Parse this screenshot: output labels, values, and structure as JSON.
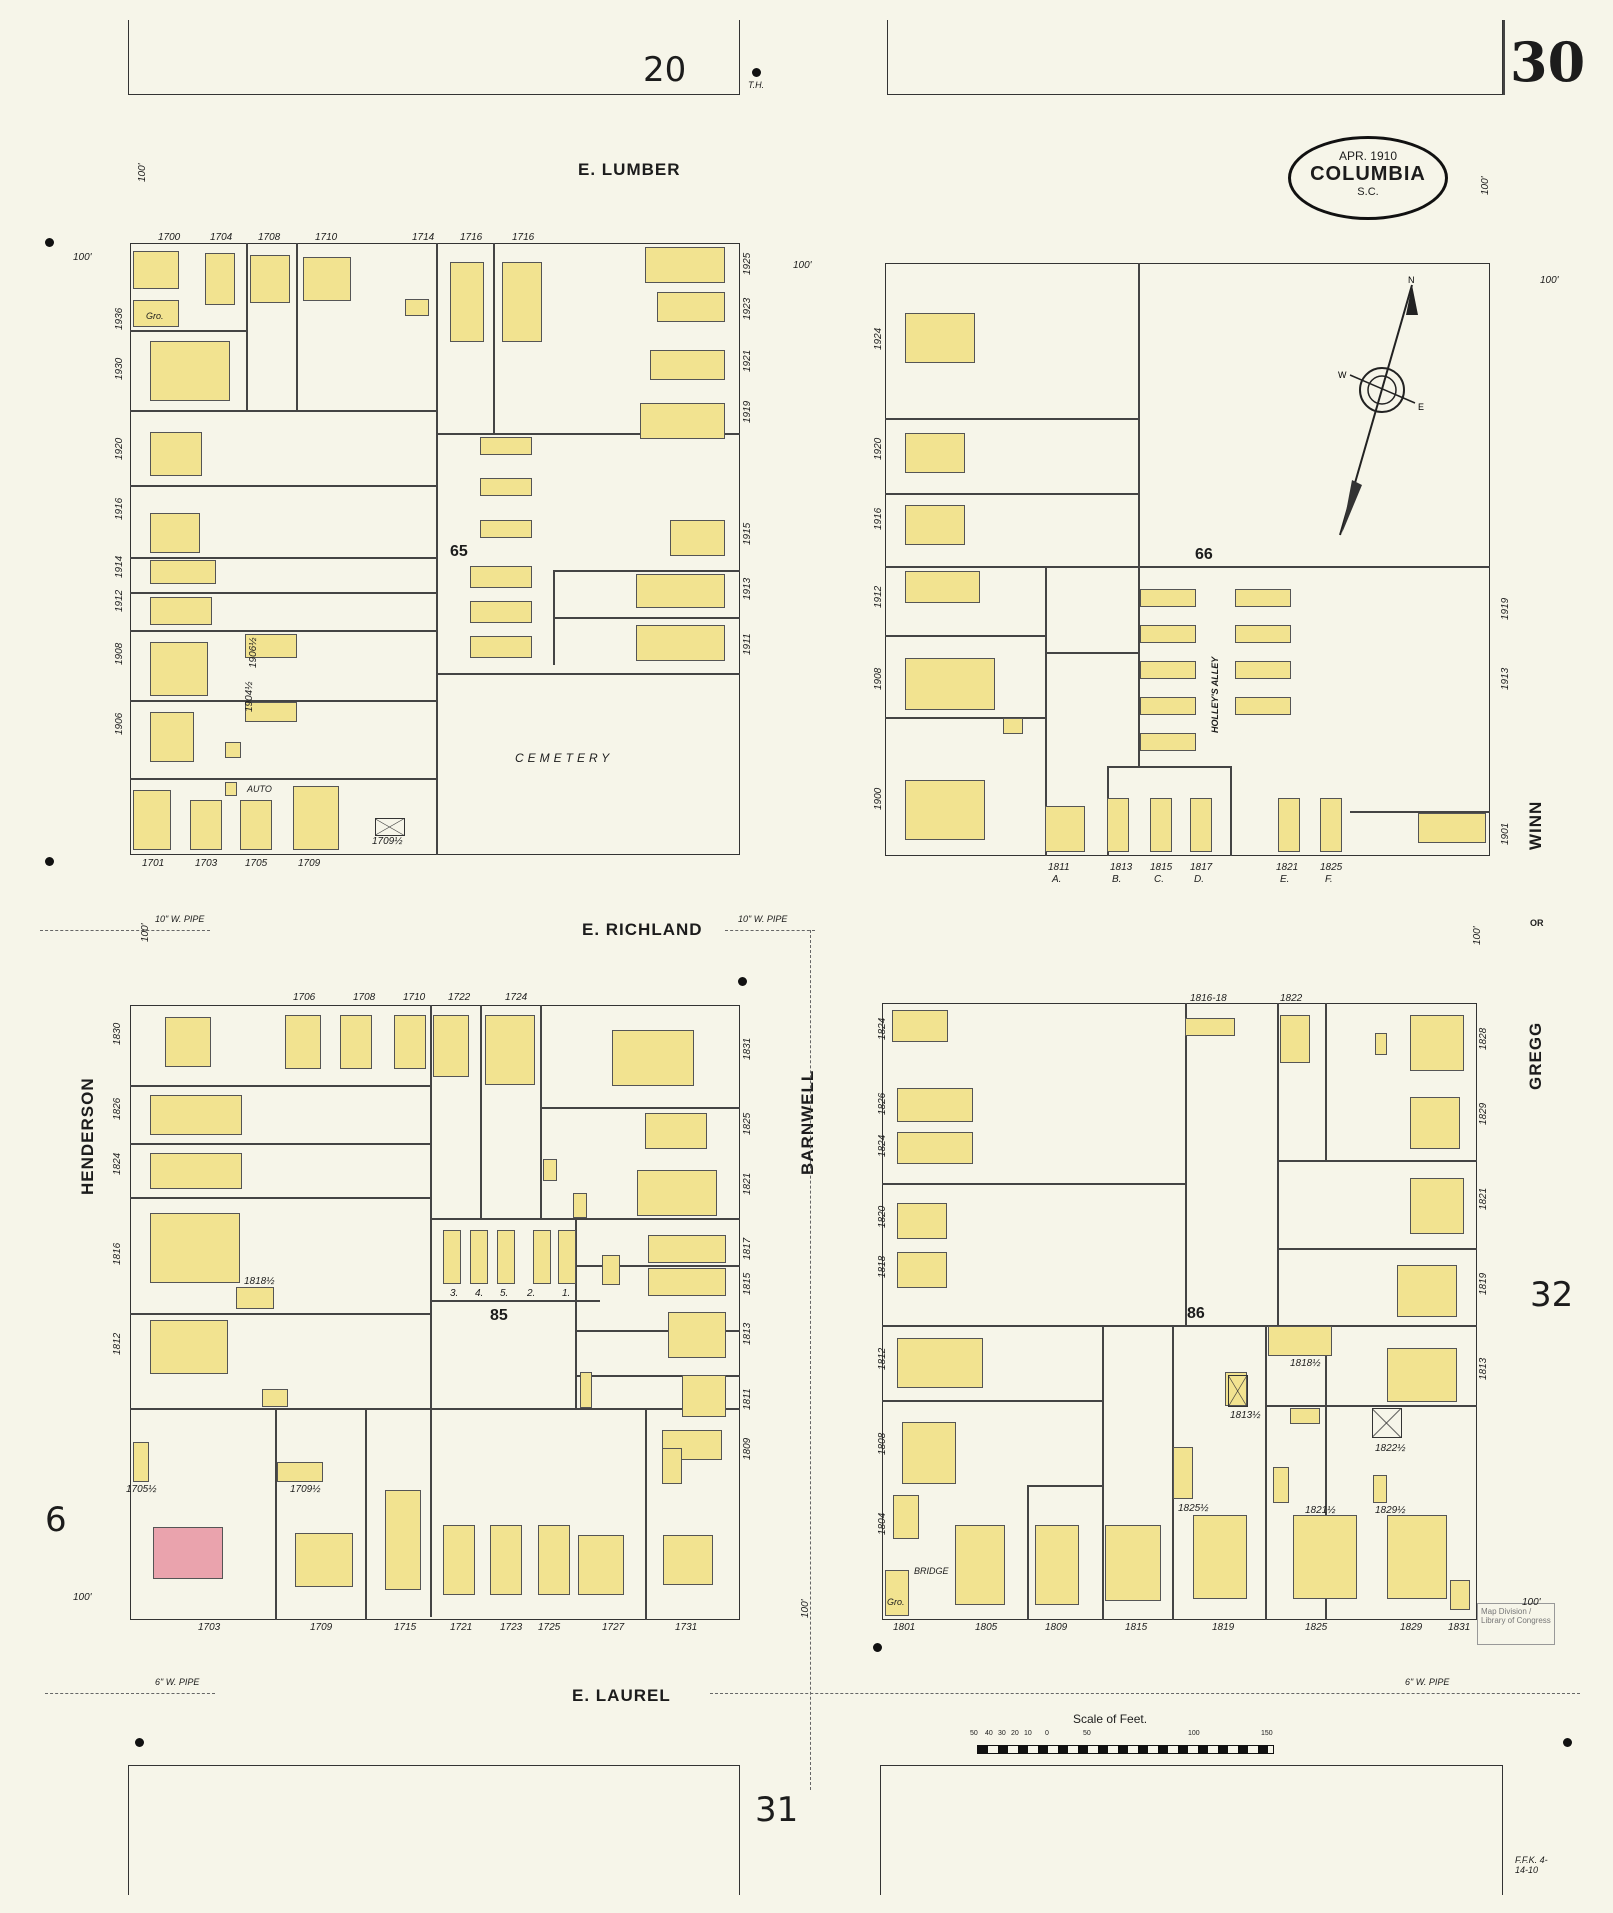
{
  "sheet": {
    "page_number": "30",
    "adjacent_top": "20",
    "adjacent_bottom": "31",
    "adjacent_left": "6",
    "adjacent_right": "32",
    "top_mark": "T.H."
  },
  "title_stamp": {
    "date": "APR. 1910",
    "city": "COLUMBIA",
    "state": "S.C."
  },
  "streets": {
    "top": "E. LUMBER",
    "middle": "E. RICHLAND",
    "bottom": "E. LAUREL",
    "left": "HENDERSON",
    "center": "BARNWELL",
    "right_upper": "WINN",
    "right_or": "OR",
    "right_lower": "GREGG"
  },
  "blocks": {
    "b65": "65",
    "b66": "66",
    "b85": "85",
    "b86": "86"
  },
  "labels": {
    "cemetery": "CEMETERY",
    "alley": "HOLLEY'S ALLEY",
    "pipe_10": "10\" W. PIPE",
    "pipe_6": "6\" W. PIPE",
    "hundred": "100'",
    "gro": "Gro.",
    "auto": "AUTO",
    "bridge": "BRIDGE",
    "stamp": "Map Division / Library of Congress",
    "corner_note": "F.F.K. 4-14-10"
  },
  "scale": {
    "title": "Scale of Feet.",
    "ticks": [
      "50",
      "40",
      "30",
      "20",
      "10",
      "0",
      "50",
      "100",
      "150"
    ]
  },
  "house_numbers": {
    "b65_top": [
      "1700",
      "1704",
      "1708",
      "1710",
      "1714",
      "1716",
      "1716"
    ],
    "b65_bottom": [
      "1701",
      "1703",
      "1705",
      "1709",
      "1709½"
    ],
    "b65_left": [
      "1936",
      "1930",
      "1920",
      "1916",
      "1914",
      "1912",
      "1908",
      "1906",
      "1906½",
      "1904½"
    ],
    "b65_right": [
      "1925",
      "1923",
      "1921",
      "1919",
      "1915",
      "1913",
      "1911"
    ],
    "b66_left": [
      "1924",
      "1920",
      "1916",
      "1912",
      "1908",
      "1900"
    ],
    "b66_bottom": [
      "1811",
      "1813",
      "1815",
      "1817",
      "1821",
      "1825"
    ],
    "b66_bottom_letters": [
      "A.",
      "B.",
      "C.",
      "D.",
      "E.",
      "F."
    ],
    "b66_right": [
      "1919",
      "1913",
      "1901"
    ],
    "b85_top": [
      "1706",
      "1708",
      "1710",
      "1722",
      "1724"
    ],
    "b85_left": [
      "1830",
      "1826",
      "1824",
      "1816",
      "1812"
    ],
    "b85_right": [
      "1831",
      "1825",
      "1821",
      "1817",
      "1815",
      "1813",
      "1811",
      "1809"
    ],
    "b85_bottom": [
      "1703",
      "1709",
      "1715",
      "1721",
      "1723",
      "1725",
      "1727",
      "1731"
    ],
    "b85_misc": [
      "1818½",
      "1705½",
      "1709½",
      "3.",
      "4.",
      "5.",
      "2.",
      "1."
    ],
    "b86_top": [
      "1816-18",
      "1822"
    ],
    "b86_left": [
      "1824",
      "1826",
      "1824",
      "1820",
      "1818",
      "1812",
      "1808",
      "1804"
    ],
    "b86_right": [
      "1828",
      "1829",
      "1821",
      "1819",
      "1813"
    ],
    "b86_bottom": [
      "1801",
      "1805",
      "1809",
      "1815",
      "1819",
      "1825",
      "1829",
      "1831"
    ],
    "b86_misc": [
      "1818½",
      "1813½",
      "1825½",
      "1821½",
      "1829½",
      "1822½"
    ]
  }
}
